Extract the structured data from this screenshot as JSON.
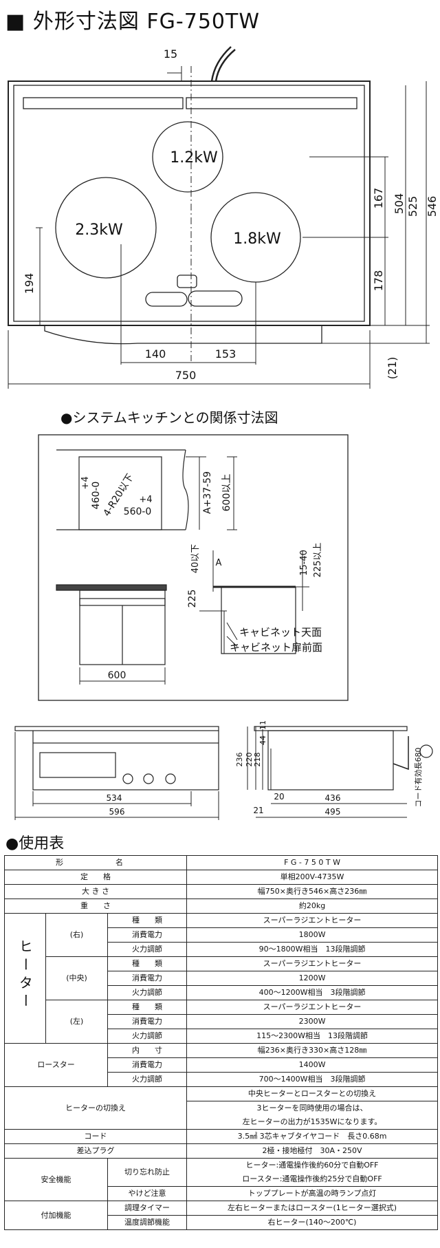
{
  "titles": {
    "main": "■ 外形寸法図 FG-750TW",
    "kitchen": "●システムキッチンとの関係寸法図",
    "spec": "●使用表"
  },
  "top_view": {
    "burners": [
      "1.2kW",
      "2.3kW",
      "1.8kW"
    ],
    "dims": {
      "top_offset": "15",
      "left_height": "194",
      "right_upper": "167",
      "right_lower": "178",
      "depth_504": "504",
      "depth_525": "525",
      "depth_546": "546",
      "under": "(21)",
      "left_span": "140",
      "right_span": "153",
      "width": "750"
    }
  },
  "kitchen_view": {
    "cutout_tol_a": "+4",
    "cutout_depth": "460-0",
    "corner": "4-R20以下",
    "cutout_tol_b": "+4",
    "cutout_width": "560-0",
    "side_a": "A+37-59",
    "side_min": "600以上",
    "gap_max": "40以下",
    "gap_a": "A",
    "depth_225": "225",
    "edge": "15-40",
    "depth_min": "225以上",
    "cabinet_top": "キャビネット天面",
    "cabinet_door": "キャビネット扉前面",
    "cabinet_width": "600"
  },
  "side_views": {
    "front": {
      "w534": "534",
      "w596": "596"
    },
    "side": {
      "h236": "236",
      "h220": "220",
      "h218": "218",
      "t11": "11",
      "t44": "44",
      "cord": "コード有効長680",
      "d20": "20",
      "d21": "21",
      "d436": "436",
      "d495": "495"
    }
  },
  "spec": {
    "model_label": "形　　名",
    "model_value": "F G - 7 5 0 T W",
    "rating_label": "定　　格",
    "rating_value": "単相200V-4735W",
    "size_label": "大 き さ",
    "size_value": "幅750×奥行き546×高さ236㎜",
    "weight_label": "重　　さ",
    "weight_value": "約20kg",
    "heater_label": "ヒ ー タ ー",
    "heaters": [
      {
        "pos": "(右)",
        "type": "スーパーラジエントヒーター",
        "power": "1800W",
        "control": "90～1800W相当　13段階調節"
      },
      {
        "pos": "(中央)",
        "type": "スーパーラジエントヒーター",
        "power": "1200W",
        "control": "400～1200W相当　3段階調節"
      },
      {
        "pos": "(左)",
        "type": "スーパーラジエントヒーター",
        "power": "2300W",
        "control": "115～2300W相当　13段階調節"
      }
    ],
    "type_label": "種　　類",
    "power_label": "消費電力",
    "control_label": "火力調節",
    "roaster": {
      "label": "ロースター",
      "inner_label": "内　　寸",
      "inner": "幅236×奥行き330×高さ128㎜",
      "power": "1400W",
      "control": "700～1400W相当　3段階調節"
    },
    "switch": {
      "label": "ヒーターの切換え",
      "line1": "中央ヒーターとロースターとの切換え",
      "line2": "3ヒーターを同時使用の場合は、",
      "line3": "左ヒーターの出力が1535Wになります。"
    },
    "cord": {
      "label": "コード",
      "value": "3.5㎟ 3芯キャブタイヤコード　長さ0.68m"
    },
    "plug": {
      "label": "差込プラグ",
      "value": "2極・接地極付　30A・250V"
    },
    "safety": {
      "label": "安全機能",
      "forget_label": "切り忘れ防止",
      "forget1": "ヒーター:通電操作後約60分で自動OFF",
      "forget2": "ロースター:通電操作後約25分で自動OFF",
      "burn_label": "やけど注意",
      "burn": "トッププレートが高温の時ランプ点灯"
    },
    "extra": {
      "label": "付加機能",
      "timer_label": "調理タイマー",
      "timer": "左右ヒーターまたはロースター(1ヒーター選択式)",
      "temp_label": "温度調節機能",
      "temp": "右ヒーター(140～200℃)"
    }
  }
}
